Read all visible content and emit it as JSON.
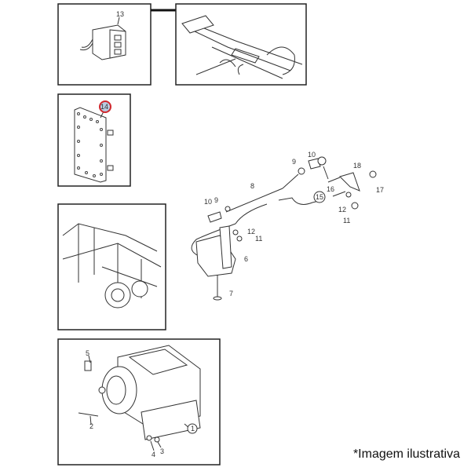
{
  "callouts": {
    "c13": "13",
    "c14": "14",
    "c8": "8",
    "c9a": "9",
    "c10a": "10",
    "c9b": "9",
    "c10b": "10",
    "c15": "15",
    "c16": "16",
    "c18": "18",
    "c17": "17",
    "c12a": "12",
    "c11a": "11",
    "c12b": "12",
    "c11b": "11",
    "c6": "6",
    "c7": "7",
    "c5": "5",
    "c1": "1",
    "c2": "2",
    "c4": "4",
    "c3": "3"
  },
  "colors": {
    "highlight_ring": "#d0282e",
    "highlight_fill": "#b9cbe0"
  },
  "caption": "*Imagem ilustrativa"
}
